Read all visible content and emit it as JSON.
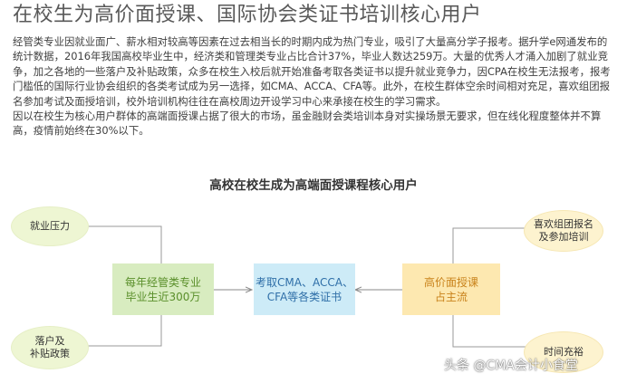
{
  "page": {
    "title": "在校生为高价面授课、国际协会类证书培训核心用户",
    "paragraphs": [
      "经管类专业因就业面广、薪水相对较高等因素在过去相当长的时期内成为热门专业，吸引了大量高分学子报考。据升学e网通发布的统计数据，2016年我国高校毕业生中，经济类和管理类专业占比合计37%，毕业人数达259万。大量的优秀人才涌入加剧了就业竞争，加之各地的一些落户及补贴政策，众多在校生入校后就开始准备考取各类证书以提升就业竞争力，因CPA在校生无法报考，报考门槛低的国际行业协会组织的各类考试成为另一选择，如CMA、ACCA、CFA等。此外，在校生群体空余时间相对充足，喜欢组团报名参加考试及面授培训，校外培训机构往往在高校周边开设学习中心来承接在校生的学习需求。",
      "因以在校生为核心用户群体的高端面授课占据了很大的市场，虽金融财会类培训本身对实操场景无要求，但在线化程度整体并不算高，疫情前始终在30%以下。"
    ]
  },
  "diagram": {
    "title": "高校在校生成为高端面授课程核心用户",
    "left_top": "就业压力",
    "left_bottom": "落户及\n补贴政策",
    "left_box": "每年经管类专业\n毕业生近300万",
    "center_box": "考取CMA、ACCA、\nCFA等各类证书",
    "right_box": "高价面授课\n占主流",
    "right_top": "喜欢组团报名\n及参加培训",
    "right_bottom": "时间充裕"
  },
  "watermark": "头条 @CMA会计小食堂",
  "colors": {
    "green_box": "#d8ecc0",
    "blue_box": "#cdebf7",
    "yellow_box": "#fde8b0",
    "green_ellipse": "#eef6d3",
    "yellow_ellipse": "#fdf3cf"
  }
}
